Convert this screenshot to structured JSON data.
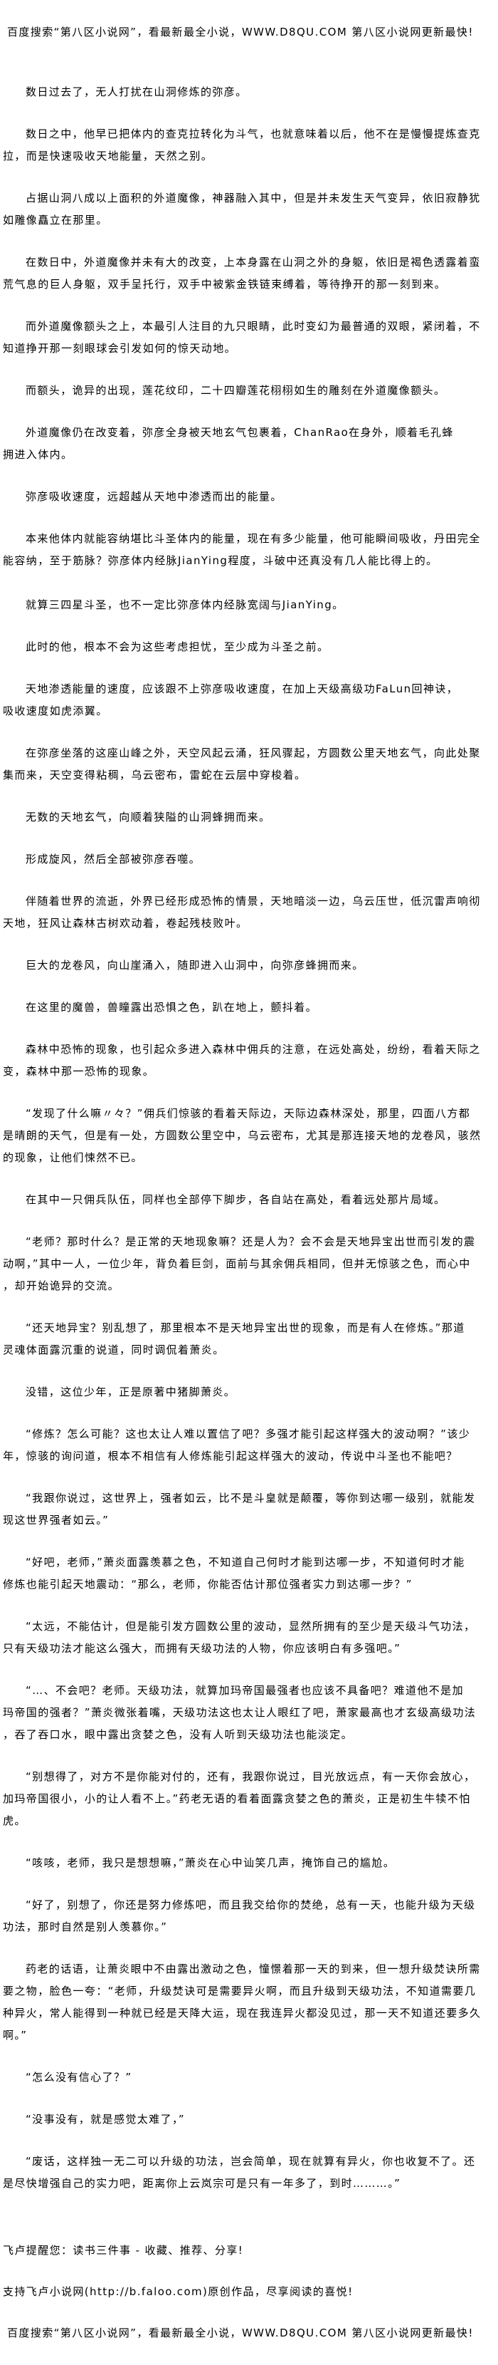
{
  "promo_banner": "百度搜索“第八区小说网”，看最新最全小说，WWW.D8QU.COM   第八区小说网更新最快!",
  "paragraphs": [
    {
      "lines": [
        "数日过去了，无人打扰在山洞修炼的弥彦。"
      ]
    },
    {
      "lines": [
        "数日之中，他早已把体内的查克拉转化为斗气，也就意味着以后，他不在是慢慢提炼查克",
        "拉，而是快速吸收天地能量，天然之别。"
      ]
    },
    {
      "lines": [
        "占据山洞八成以上面积的外道魔像，神器融入其中，但是并未发生天气变异，依旧寂静犹",
        "如雕像矗立在那里。"
      ]
    },
    {
      "lines": [
        "在数日中，外道魔像并未有大的改变，上本身露在山洞之外的身躯，依旧是褐色透露着蛮",
        "荒气息的巨人身躯，双手呈托行，双手中被紫金铁链束缚着，等待挣开的那一刻到来。"
      ]
    },
    {
      "lines": [
        "而外道魔像额头之上，本最引人注目的九只眼睛，此时变幻为最普通的双眼，紧闭着，不",
        "知道挣开那一刻眼球会引发如何的惊天动地。"
      ]
    },
    {
      "lines": [
        "而额头，诡异的出现，莲花纹印，二十四瓣莲花栩栩如生的雕刻在外道魔像额头。"
      ]
    },
    {
      "lines": [
        "外道魔像仍在改变着，弥彦全身被天地玄气包裹着，ChanRao在身外，顺着毛孔蜂",
        "拥进入体内。"
      ]
    },
    {
      "lines": [
        "弥彦吸收速度，远超越从天地中渗透而出的能量。"
      ]
    },
    {
      "lines": [
        "本来他体内就能容纳堪比斗圣体内的能量，现在有多少能量，他可能瞬间吸收，丹田完全",
        "能容纳，至于筋脉？弥彦体内经脉JianYing程度，斗破中还真没有几人能比得上的。"
      ]
    },
    {
      "lines": [
        "就算三四星斗圣，也不一定比弥彦体内经脉宽阔与JianYing。"
      ],
      "extra_gap": true
    },
    {
      "lines": [
        "此时的他，根本不会为这些考虑担忧，至少成为斗圣之前。"
      ]
    },
    {
      "lines": [
        "天地渗透能量的速度，应该跟不上弥彦吸收速度，在加上天级高级功FaLun回神诀，",
        "吸收速度如虎添翼。"
      ]
    },
    {
      "lines": [
        "在弥彦坐落的这座山峰之外，天空风起云涌，狂风骤起，方圆数公里天地玄气，向此处聚",
        "集而来，天空变得粘稠，乌云密布，雷蛇在云层中穿梭着。"
      ]
    },
    {
      "lines": [
        "无数的天地玄气，向顺着狭隘的山洞蜂拥而来。"
      ]
    },
    {
      "lines": [
        "形成旋风，然后全部被弥彦吞噬。"
      ]
    },
    {
      "lines": [
        "伴随着世界的流逝，外界已经形成恐怖的情景，天地暗淡一边，乌云压世，低沉雷声响彻",
        "天地，狂风让森林古树欢动着，卷起残枝败叶。"
      ]
    },
    {
      "lines": [
        "巨大的龙卷风，向山崖涌入，随即进入山洞中，向弥彦蜂拥而来。"
      ]
    },
    {
      "lines": [
        "在这里的魔兽，兽瞳露出恐惧之色，趴在地上，颤抖着。"
      ]
    },
    {
      "lines": [
        "森林中恐怖的现象，也引起众多进入森林中佣兵的注意，在远处高处，纷纷，看着天际之",
        "变，森林中那一恐怖的现象。"
      ]
    },
    {
      "lines": [
        "“发现了什么嘛〃々？”佣兵们惊骇的看着天际边，天际边森林深处，那里，四面八方都",
        "是晴朗的天气，但是有一处，方圆数公里空中，乌云密布，尤其是那连接天地的龙卷风，骇然",
        "的现象，让他们悚然不已。"
      ]
    },
    {
      "lines": [
        "在其中一只佣兵队伍，同样也全部停下脚步，各自站在高处，看着远处那片局域。"
      ]
    },
    {
      "lines": [
        "“老师？那时什么？是正常的天地现象嘛？还是人为？会不会是天地异宝出世而引发的震",
        "动啊，”其中一人，一位少年，背负着巨剑，面前与其余佣兵相同，但并无惊骇之色，而心中",
        "，却开始诡异的交流。"
      ]
    },
    {
      "lines": [
        "“还天地异宝？别乱想了，那里根本不是天地异宝出世的现象，而是有人在修炼。”那道",
        "灵魂体面露沉重的说道，同时调侃着萧炎。"
      ]
    },
    {
      "lines": [
        "没错，这位少年，正是原著中猪脚萧炎。"
      ]
    },
    {
      "lines": [
        "“修炼？怎么可能？这也太让人难以置信了吧？多强才能引起这样强大的波动啊？”该少",
        "年，惊骇的询问道，根本不相信有人修炼能引起这样强大的波动，传说中斗圣也不能吧？"
      ]
    },
    {
      "lines": [
        "“我跟你说过，这世界上，强者如云，比不是斗皇就是颠覆，等你到达哪一级别，就能发",
        "现这世界强者如云。”"
      ]
    },
    {
      "lines": [
        "“好吧，老师，”萧炎面露羡慕之色，不知道自己何时才能到达哪一步，不知道何时才能",
        "修炼也能引起天地震动：“那么，老师，你能否估计那位强者实力到达哪一步？”"
      ]
    },
    {
      "lines": [
        "“太远，不能估计，但是能引发方圆数公里的波动，显然所拥有的至少是天级斗气功法，",
        "只有天级功法才能这么强大，而拥有天级功法的人物，你应该明白有多强吧。”"
      ]
    },
    {
      "lines": [
        "“…、不会吧？老师。天级功法，就算加玛帝国最强者也应该不具备吧？难道他不是加",
        "玛帝国的强者？”萧炎微张着嘴，天级功法这也太让人眼红了吧，萧家最高也才玄级高级功法",
        "，吞了吞口水，眼中露出贪婪之色，没有人听到天级功法也能淡定。"
      ]
    },
    {
      "lines": [
        "“别想得了，对方不是你能对付的，还有，我跟你说过，目光放远点，有一天你会放心，",
        "加玛帝国很小，小的让人看不上。”药老无语的看着面露贪婪之色的萧炎，正是初生牛犊不怕",
        "虎。"
      ]
    },
    {
      "lines": [
        "“咳咳，老师，我只是想想嘛，”萧炎在心中讪笑几声，掩饰自己的尴尬。"
      ]
    },
    {
      "lines": [
        "“好了，别想了，你还是努力修炼吧，而且我交给你的焚绝，总有一天，也能升级为天级",
        "功法，那时自然是别人羡慕你。”"
      ]
    },
    {
      "lines": [
        "药老的话语，让萧炎眼中不由露出激动之色，憧憬着那一天的到来，但一想升级焚诀所需",
        "要之物，脸色一夸：“老师，升级焚诀可是需要异火啊，而且升级到天级功法，不知道需要几",
        "种异火，常人能得到一种就已经是天降大运，现在我连异火都没见过，那一天不知道还要多久",
        "啊。”"
      ]
    },
    {
      "lines": [
        "“怎么没有信心了？”"
      ]
    },
    {
      "lines": [
        "“没事没有，就是感觉太难了，”"
      ]
    },
    {
      "lines": [
        "“废话，这样独一无二可以升级的功法，岂会简单，现在就算有异火，你也收复不了。还",
        "是尽快增强自己的实力吧，距离你上云岚宗可是只有一年多了，到时………。”"
      ]
    }
  ],
  "footer": {
    "reminder": "飞卢提醒您：读书三件事 - 收藏、推荐、分享!",
    "support": "支持飞卢小说网(http://b.faloo.com)原创作品，尽享阅读的喜悦!",
    "promo_banner": "百度搜索“第八区小说网”，看最新最全小说，WWW.D8QU.COM   第八区小说网更新最快!"
  }
}
